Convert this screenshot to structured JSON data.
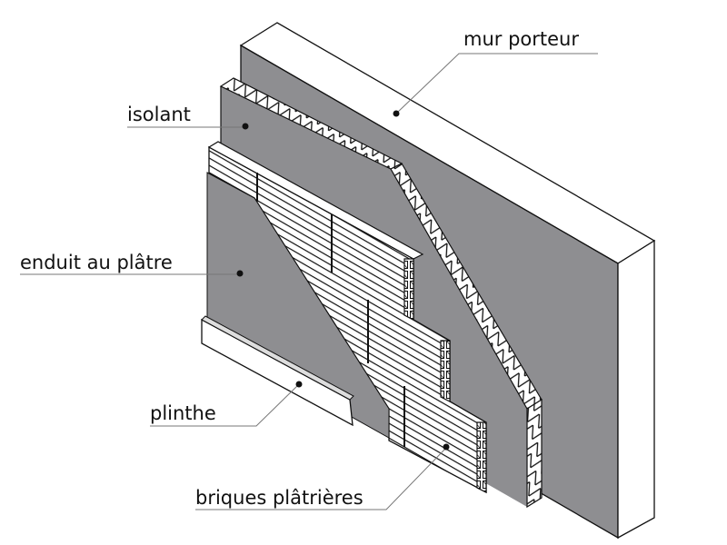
{
  "labels": {
    "load_bearing_wall": "mur porteur",
    "insulation": "isolant",
    "plaster_coating": "enduit au plâtre",
    "skirting": "plinthe",
    "plaster_bricks": "briques plâtrières"
  },
  "colors": {
    "surface_gray": "#8e8e91",
    "edge_white": "#ffffff",
    "line": "#111111",
    "leader": "#777777"
  }
}
